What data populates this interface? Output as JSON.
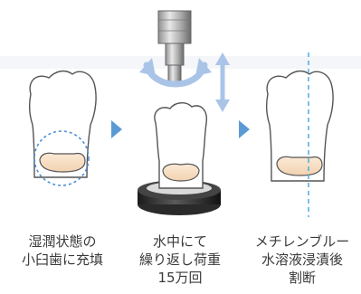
{
  "steps": [
    {
      "lines": [
        "湿潤状態の",
        "小臼歯に充填"
      ],
      "icon": "premolar-tooth-with-filling-icon"
    },
    {
      "lines": [
        "水中にて",
        "繰り返し荷重",
        "15万回"
      ],
      "icon": "tooth-under-cyclic-load-icon"
    },
    {
      "lines": [
        "メチレンブルー",
        "水溶液浸漬後",
        "割断"
      ],
      "icon": "tooth-with-section-line-icon"
    }
  ],
  "colors": {
    "arrow": "#5b9bd5",
    "dashed_circle": "#4a90d9",
    "section_line": "#3aa8e0",
    "filling": "#f6dec4",
    "tooth_outline": "#555555",
    "motion_arrow": "#aac4e8"
  }
}
